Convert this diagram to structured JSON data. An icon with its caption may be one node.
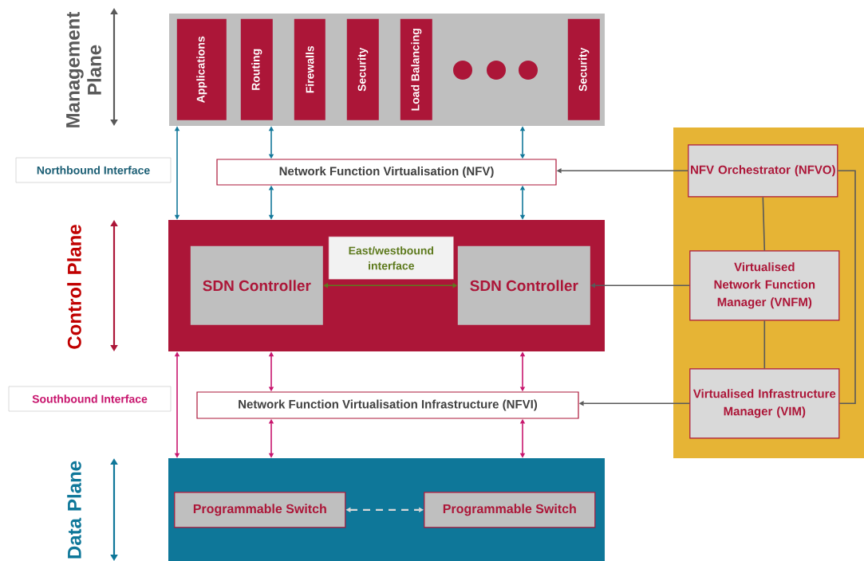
{
  "diagram": {
    "nodes": [
      {
        "text": [],
        "shape": "box"
      },
      {
        "text": [
          "Applications"
        ],
        "in": 0
      },
      {
        "text": [
          "Routing"
        ],
        "in": 0
      },
      {
        "text": [
          "Firewalls"
        ],
        "in": 0
      },
      {
        "text": [
          "Security"
        ],
        "in": 0
      },
      {
        "text": [
          "Load Balancing"
        ],
        "in": 0
      },
      {
        "text": [
          "Security"
        ],
        "in": 0
      },
      {
        "text": [
          "Network Function Virtualisation (NFV)"
        ]
      },
      {
        "text": [],
        "shape": "box"
      },
      {
        "text": [
          "SDN Controller"
        ],
        "in": 8
      },
      {
        "text": [
          "East/westbound interface"
        ],
        "in": 8
      },
      {
        "text": [
          "SDN Controller"
        ],
        "in": 8
      },
      {
        "text": [
          "Network Function Virtualisation Infrastructure (NFVI)"
        ]
      },
      {
        "text": [],
        "shape": "box"
      },
      {
        "text": [
          "Programmable Switch"
        ],
        "in": 13
      },
      {
        "text": [
          "Programmable Switch"
        ],
        "in": 13
      },
      {
        "text": [],
        "shape": "box"
      },
      {
        "text": [
          "NFV Orchestrator (NFVO)"
        ],
        "in": 16
      },
      {
        "text": [
          "Virtualised Network Function Manager (VNFM)"
        ],
        "in": 16
      },
      {
        "text": [
          "Virtualised Infrastructure Manager (VIM)"
        ],
        "in": 16
      },
      {
        "text": [
          "Northbound Interface"
        ]
      },
      {
        "text": [
          "Southbound Interface"
        ]
      }
    ],
    "edges": [
      {
        "from": 0,
        "to": 8,
        "arrow": "both",
        "color": "#13789a"
      },
      {
        "from": 0,
        "to": 7,
        "arrow": "both",
        "color": "#13789a"
      },
      {
        "from": 0,
        "to": 7,
        "arrow": "both",
        "color": "#13789a"
      },
      {
        "from": 7,
        "to": 8,
        "arrow": "both",
        "color": "#13789a"
      },
      {
        "from": 7,
        "to": 8,
        "arrow": "both",
        "color": "#13789a"
      },
      {
        "from": 8,
        "to": 13,
        "arrow": "both",
        "color": "#c8166e"
      },
      {
        "from": 8,
        "to": 12,
        "arrow": "both",
        "color": "#c8166e"
      },
      {
        "from": 8,
        "to": 12,
        "arrow": "both",
        "color": "#c8166e"
      },
      {
        "from": 12,
        "to": 13,
        "arrow": "both",
        "color": "#c8166e"
      },
      {
        "from": 12,
        "to": 13,
        "arrow": "both",
        "color": "#c8166e"
      },
      {
        "from": 9,
        "to": 11,
        "arrow": "both",
        "color": "#5e7a1e"
      },
      {
        "from": 14,
        "to": 15,
        "arrow": "both",
        "color": "#d9d9d9",
        "style": "dashed"
      },
      {
        "from": 17,
        "to": 7,
        "arrow": "to",
        "color": "#595959"
      },
      {
        "from": 18,
        "to": 11,
        "arrow": "to",
        "color": "#595959"
      },
      {
        "from": 19,
        "to": 12,
        "arrow": "to",
        "color": "#595959"
      },
      {
        "from": 17,
        "to": 18,
        "arrow": "none",
        "color": "#595959"
      },
      {
        "from": 18,
        "to": 19,
        "arrow": "none",
        "color": "#595959"
      },
      {
        "from": 17,
        "to": 19,
        "arrow": "none",
        "color": "#595959"
      }
    ],
    "labels": [
      "Management Plane",
      "Control Plane",
      "Data Plane"
    ]
  }
}
